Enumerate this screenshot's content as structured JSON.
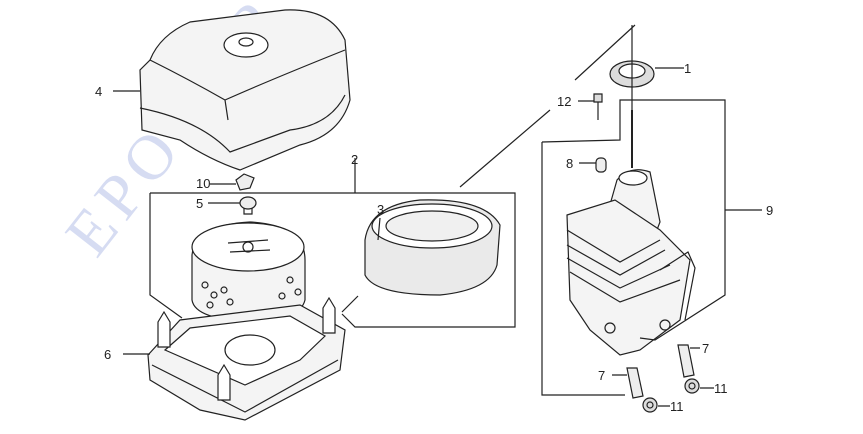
{
  "watermark": "EPOWER TOOLS",
  "callouts": {
    "c1": "1",
    "c2": "2",
    "c3": "3",
    "c4": "4",
    "c5": "5",
    "c6": "6",
    "c7a": "7",
    "c7b": "7",
    "c8": "8",
    "c9": "9",
    "c10": "10",
    "c11a": "11",
    "c11b": "11",
    "c12": "12"
  },
  "colors": {
    "line": "#222222",
    "watermark": "#d6dcf2"
  }
}
